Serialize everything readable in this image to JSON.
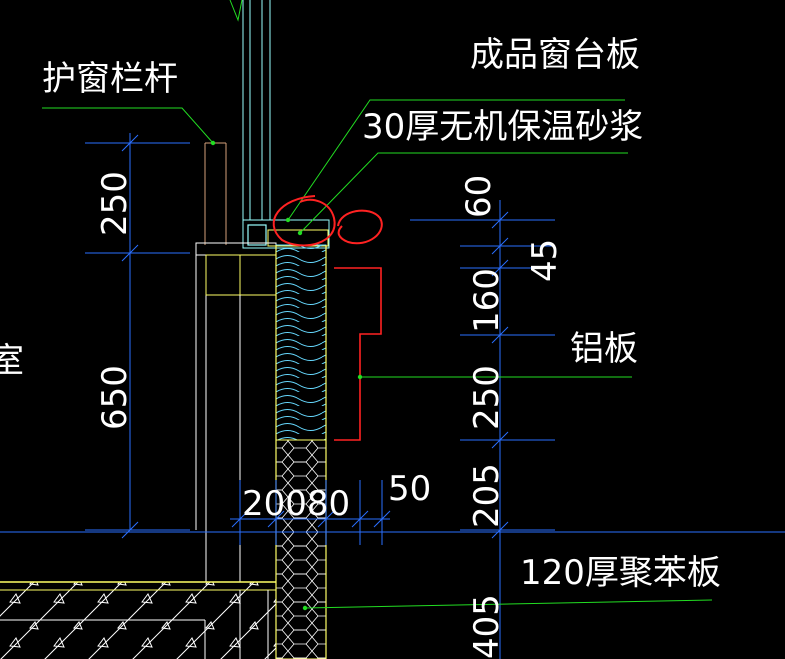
{
  "labels": {
    "railing": "护窗栏杆",
    "sill_board": "成品窗台板",
    "mortar": "30厚无机保温砂浆",
    "aluminum": "铝板",
    "eps_board": "120厚聚苯板",
    "room_fragment": "室"
  },
  "dimensions": {
    "left_top": "250",
    "left_bottom": "650",
    "right_60": "60",
    "right_45": "45",
    "right_160": "160",
    "right_250": "250",
    "right_205": "205",
    "right_405": "405",
    "bottom_20080": "20080",
    "bottom_50": "50"
  },
  "colors": {
    "background": "#000000",
    "dimension": "#2a6fff",
    "text": "#ffffff",
    "leader": "#22dd22",
    "markup": "#ff2222",
    "structure": "#ffff66",
    "insulation": "#66d9ff",
    "wall": "#ffffff",
    "frame": "#99ffff",
    "railing": "#d4a07a"
  }
}
